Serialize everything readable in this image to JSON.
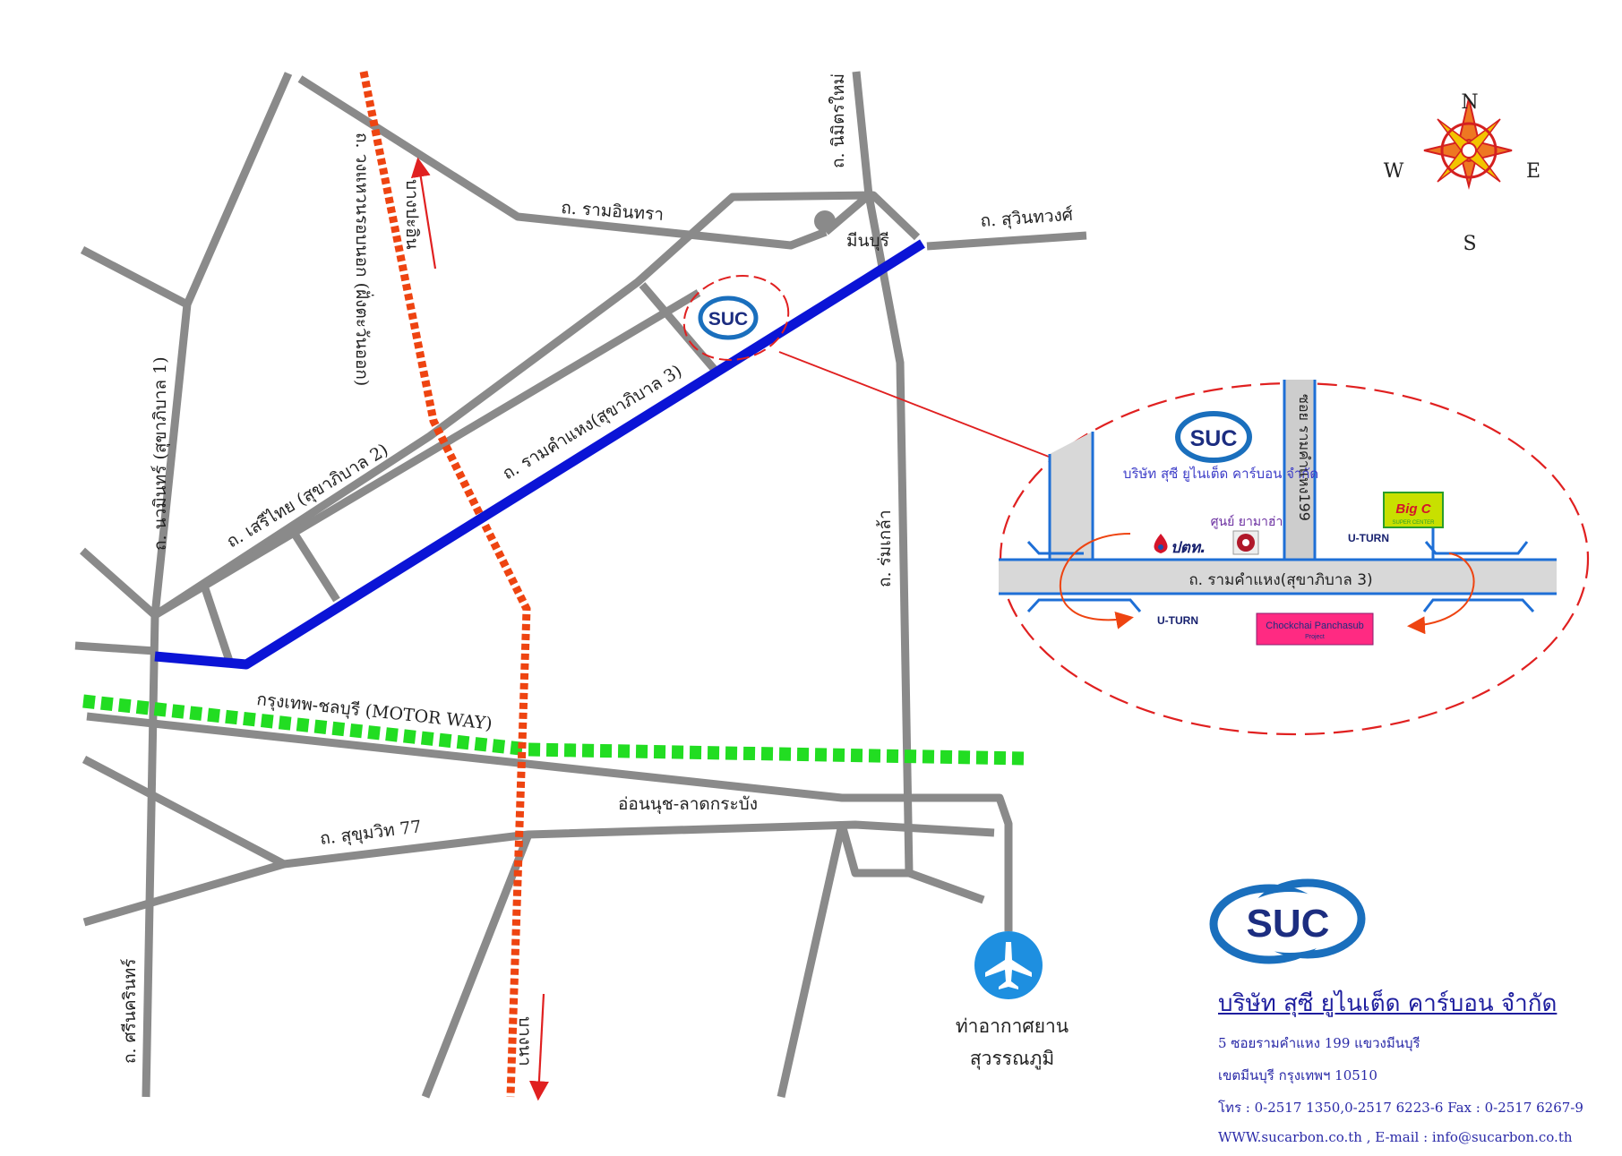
{
  "compass": {
    "north": "N",
    "south": "S",
    "east": "E",
    "west": "W"
  },
  "roads": {
    "ram_inthra": "ถ. รามอินทรา",
    "nimit_mai": "ถ. นิมิตรใหม่",
    "suwinthawong": "ถ. สุวินทวงศ์",
    "min_buri": "มีนบุรี",
    "outer_ring": "ถ. วงแหวนรอบนอก (ฝั่งตะวันออก)",
    "to_bang_pa_in": "บางปะอิน",
    "nawamin": "ถ. นวมินทร์ (สุขาภิบาล 1)",
    "seri_thai": "ถ. เสรีไทย (สุขาภิบาล 2)",
    "ramkhamhaeng": "ถ. รามคำแหง(สุขาภิบาล 3)",
    "rom_klao": "ถ. ร่มเกล้า",
    "motorway": "กรุงเทพ-ชลบุรี (MOTOR WAY)",
    "on_nut": "อ่อนนุช-ลาดกระบัง",
    "sukhumvit77": "ถ. สุขุมวิท 77",
    "srinakarin": "ถ. ศรีนครินทร์",
    "to_bang_na": "บางนา",
    "airport_line1": "ท่าอากาศยาน",
    "airport_line2": "สุวรรณภูมิ"
  },
  "logo_text": "SUC",
  "inset": {
    "company": "บริษัท สุซี ยูไนเต็ด คาร์บอน จำกัด",
    "soi": "ซอย รามคำแหง199",
    "road": "ถ. รามคำแหง(สุขาภิบาล 3)",
    "yamaha": "ศูนย์ ยามาฮ่า",
    "ptt": "ปตท.",
    "uturn_top": "U-TURN",
    "uturn_bottom": "U-TURN",
    "bigc_main": "Big C",
    "bigc_sub": "SUPER CENTER",
    "project_main": "Chockchai Panchasub",
    "project_sub": "Project"
  },
  "company_info": {
    "name": "บริษัท สุซี ยูไนเต็ด คาร์บอน จำกัด",
    "address1": "5 ซอยรามคำแหง 199  แขวงมีนบุรี",
    "address2": "เขตมีนบุรี  กรุงเทพฯ 10510",
    "phone": "โทร : 0-2517 1350,0-2517 6223-6  Fax : 0-2517 6267-9",
    "web": "WWW.sucarbon.co.th  ,   E-mail : info@sucarbon.co.th"
  },
  "colors": {
    "road": "#8a8a8a",
    "main_road": "#0b14d6",
    "ring_road": "#ee4411",
    "motorway": "#22dd22",
    "highlight": "#e02020",
    "logo_blue": "#1a6fbd"
  }
}
